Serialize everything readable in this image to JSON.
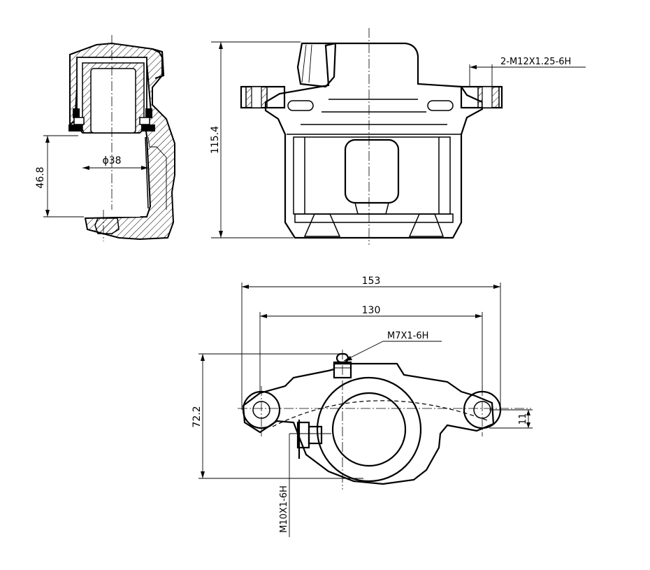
{
  "dimensions": {
    "piston_diameter": "ϕ38",
    "piston_height": "46.8",
    "overall_height": "115.4",
    "mount_thread": "2-M12X1.25-6H",
    "overall_width": "153",
    "mount_spacing": "130",
    "bleeder_thread": "M7X1-6H",
    "overall_depth": "72.2",
    "offset": "11",
    "inlet_thread": "M10X1-6H"
  }
}
